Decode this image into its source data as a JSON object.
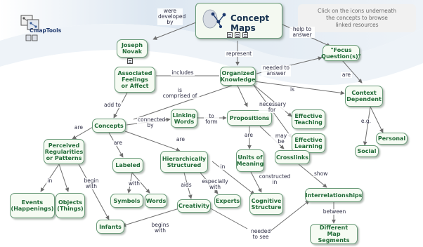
{
  "header": {
    "logo_text": "CmapTools",
    "title": "Concept Maps",
    "instructions": "Click on the icons underneath\nthe concepts to browse\nlinked resources"
  },
  "concepts": {
    "joseph_novak": "Joseph\nNovak",
    "focus_questions": "\"Focus\nQuestion(s)\"",
    "organized_knowledge": "Organized\nKnowledge",
    "feelings": "Associated\nFeelings\nor Affect",
    "context": "Context\nDependent",
    "concepts": "Concepts",
    "linking_words": "Linking\nWords",
    "propositions": "Propositions",
    "effective_teaching": "Effective\nTeaching",
    "effective_learning": "Effective\nLearning",
    "personal": "Personal",
    "social": "Social",
    "regularities": "Perceived\nRegularities\nor Patterns",
    "labeled": "Labeled",
    "hierarchical": "Hierarchically\nStructured",
    "units_of_meaning": "Units of\nMeaning",
    "crosslinks": "Crosslinks",
    "events": "Events\n(Happenings)",
    "objects": "Objects\n(Things)",
    "symbols": "Symbols",
    "words": "Words",
    "creativity": "Creativity",
    "experts": "Experts",
    "cognitive_structure": "Cognitive\nStructure",
    "interrelationships": "Interrelationships",
    "infants": "Infants",
    "map_segments": "Different\nMap Segments"
  },
  "links": {
    "developed_by": "were\ndeveloped\nby",
    "help_answer": "help to\nanswer",
    "represent": "represent",
    "includes": "includes",
    "needed_answer": "needed to\nanswer",
    "comprised_of": "is\ncomprised of",
    "is": "is",
    "add_to": "add to",
    "necessary_for": "necessary\nfor",
    "are_focus": "are",
    "connected_by": "connected\nby",
    "to_form": "to\nform",
    "eg": "e.g.",
    "are_concepts": "are",
    "are_labeled": "are",
    "are_hier": "are",
    "are_units": "are",
    "may_be": "may be",
    "in_events": "in",
    "begin_with_reg": "begin\nwith",
    "with_labeled": "with",
    "in_hier": "in",
    "aids": "aids",
    "especially_with": "especially\nwith",
    "constructed_in": "constructed\nin",
    "show": "show",
    "between": "between",
    "begins_with": "begins\nwith",
    "needed_to_see": "needed\nto see"
  },
  "colors": {
    "node_text": "#1f6a36",
    "node_border": "#6a9a79",
    "node_fill": "#f6fbf3",
    "edge": "#6e6e6e",
    "link_text": "#2d2d44"
  }
}
